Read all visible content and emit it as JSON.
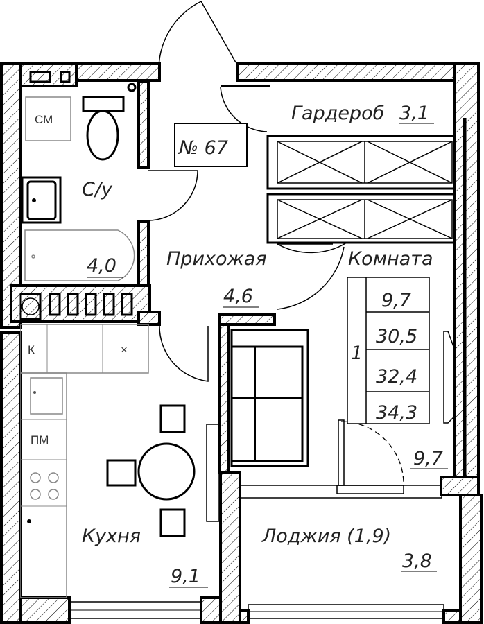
{
  "apartment_number": "№ 67",
  "rooms": {
    "wardrobe": {
      "name": "Гардероб",
      "area": "3,1"
    },
    "bathroom": {
      "name": "С/у",
      "area": "4,0"
    },
    "hallway": {
      "name": "Прихожая",
      "area": "4,6"
    },
    "room": {
      "name": "Комната",
      "area": "9,7"
    },
    "kitchen": {
      "name": "Кухня",
      "area": "9,1"
    },
    "loggia": {
      "name": "Лоджия (1,9)",
      "area": "3,8"
    }
  },
  "summary_table": {
    "rooms_count": "1",
    "values": [
      "9,7",
      "30,5",
      "32,4",
      "34,3"
    ]
  },
  "appliances": {
    "washing_machine": "СМ",
    "kitchen_k": "К",
    "kitchen_x": "×",
    "dishwasher": "ПМ"
  }
}
